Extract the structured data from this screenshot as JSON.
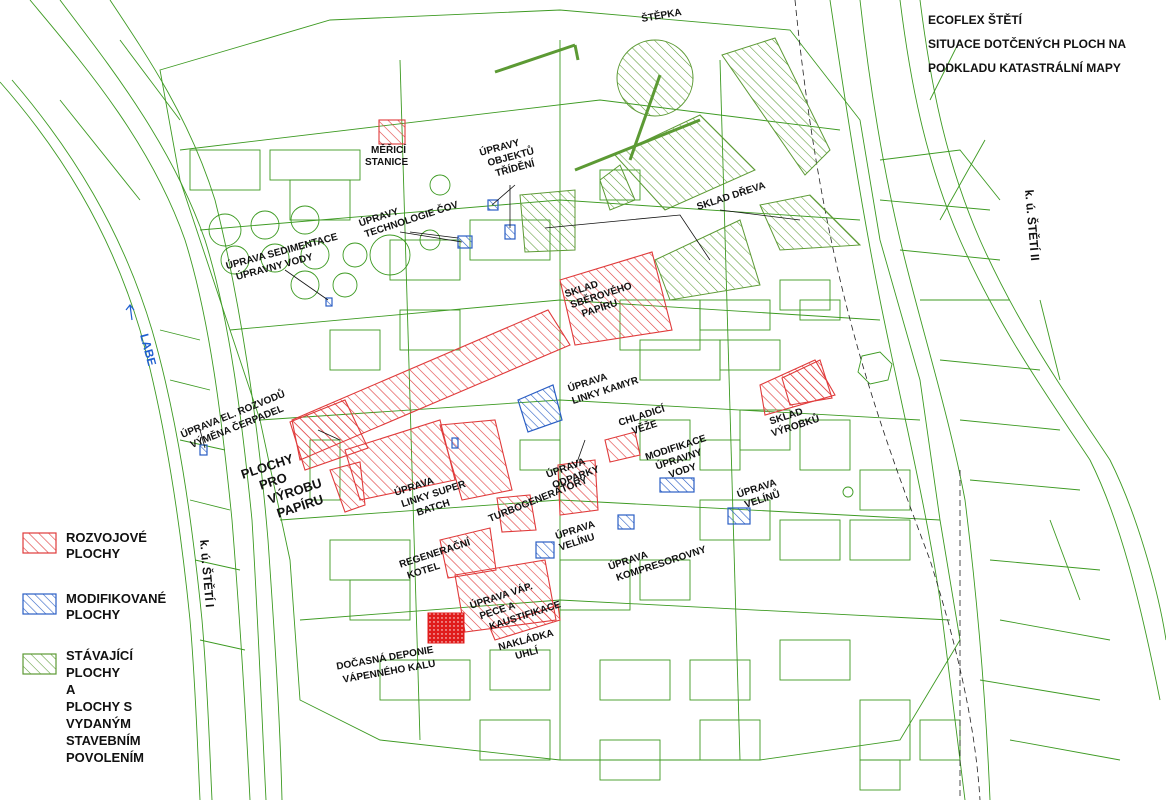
{
  "title": {
    "line1": "ECOFLEX ŠTĚTÍ",
    "line2": "SITUACE DOTČENÝCH PLOCH NA",
    "line3": "PODKLADU KATASTRÁLNÍ MAPY"
  },
  "colors": {
    "base_lines": "#3d9a22",
    "development": "#e03b3b",
    "modified": "#2a5ec4",
    "existing": "#5c9a34",
    "deposit": "#e01b1b",
    "text": "#111111",
    "river_label": "#1f5fd0"
  },
  "river": {
    "name": "LABE"
  },
  "cadastral": {
    "west": "k. ú. ŠTĚTÍ I",
    "east": "k. ú. ŠTĚTÍ II"
  },
  "labels": {
    "stepka": "ŠTĚPKA",
    "merici_1": "MĚŘICÍ",
    "merici_2": "STANICE",
    "trideni_1": "ÚPRAVY",
    "trideni_2": "OBJEKTŮ",
    "trideni_3": "TŘÍDĚNÍ",
    "cov_1": "ÚPRAVY",
    "cov_2": "TECHNOLOGIE ČOV",
    "sedim_1": "ÚPRAVA SEDIMENTACE",
    "sedim_2": "ÚPRAVNY VODY",
    "sklad_dreva": "SKLAD DŘEVA",
    "sklad_sber_1": "SKLAD",
    "sklad_sber_2": "SBĚROVÉHO",
    "sklad_sber_3": "PAPÍRU",
    "kamyr_1": "ÚPRAVA",
    "kamyr_2": "LINKY KAMYR",
    "rozvodu_1": "ÚPRAVA EL. ROZVODŮ",
    "rozvodu_2": "VÝMĚNA ČERPADEL",
    "plochy_1": "PLOCHY",
    "plochy_2": "PRO",
    "plochy_3": "VÝROBU",
    "plochy_4": "PAPÍRU",
    "super_1": "ÚPRAVA",
    "super_2": "LINKY SUPER",
    "super_3": "BATCH",
    "turbo": "TURBOGENERÁTORY",
    "odparky_1": "ÚPRAVA",
    "odparky_2": "ODPARKY",
    "chladici_1": "CHLADICÍ",
    "chladici_2": "VĚŽE",
    "upravny_1": "MODIFIKACE",
    "upravny_2": "ÚPRAVNY",
    "upravny_3": "VODY",
    "sklad_vyr_1": "SKLAD",
    "sklad_vyr_2": "VÝROBKŮ",
    "veliny_a_1": "ÚPRAVA",
    "veliny_a_2": "VELÍNŮ",
    "veliny_b_1": "ÚPRAVA",
    "veliny_b_2": "VELÍNU",
    "kotel_1": "REGENERAČNÍ",
    "kotel_2": "KOTEL",
    "kompresor_1": "ÚPRAVA",
    "kompresor_2": "KOMPRESOROVNY",
    "pece_1": "ÚPRAVA VÁP.",
    "pece_2": "PECE A",
    "pece_3": "KAUSTIFIKACE",
    "deponie_1": "DOČASNÁ DEPONIE",
    "deponie_2": "VÁPENNÉHO KALU",
    "uhli_1": "NAKLÁDKA",
    "uhli_2": "UHLÍ"
  },
  "legend": {
    "development_1": "ROZVOJOVÉ",
    "development_2": "PLOCHY",
    "modified_1": "MODIFIKOVANÉ",
    "modified_2": "PLOCHY",
    "existing_1": "STÁVAJÍCÍ",
    "existing_2": "PLOCHY",
    "existing_3": "A",
    "existing_4": "PLOCHY S",
    "existing_5": "VYDANÝM",
    "existing_6": "STAVEBNÍM",
    "existing_7": "POVOLENÍM"
  }
}
